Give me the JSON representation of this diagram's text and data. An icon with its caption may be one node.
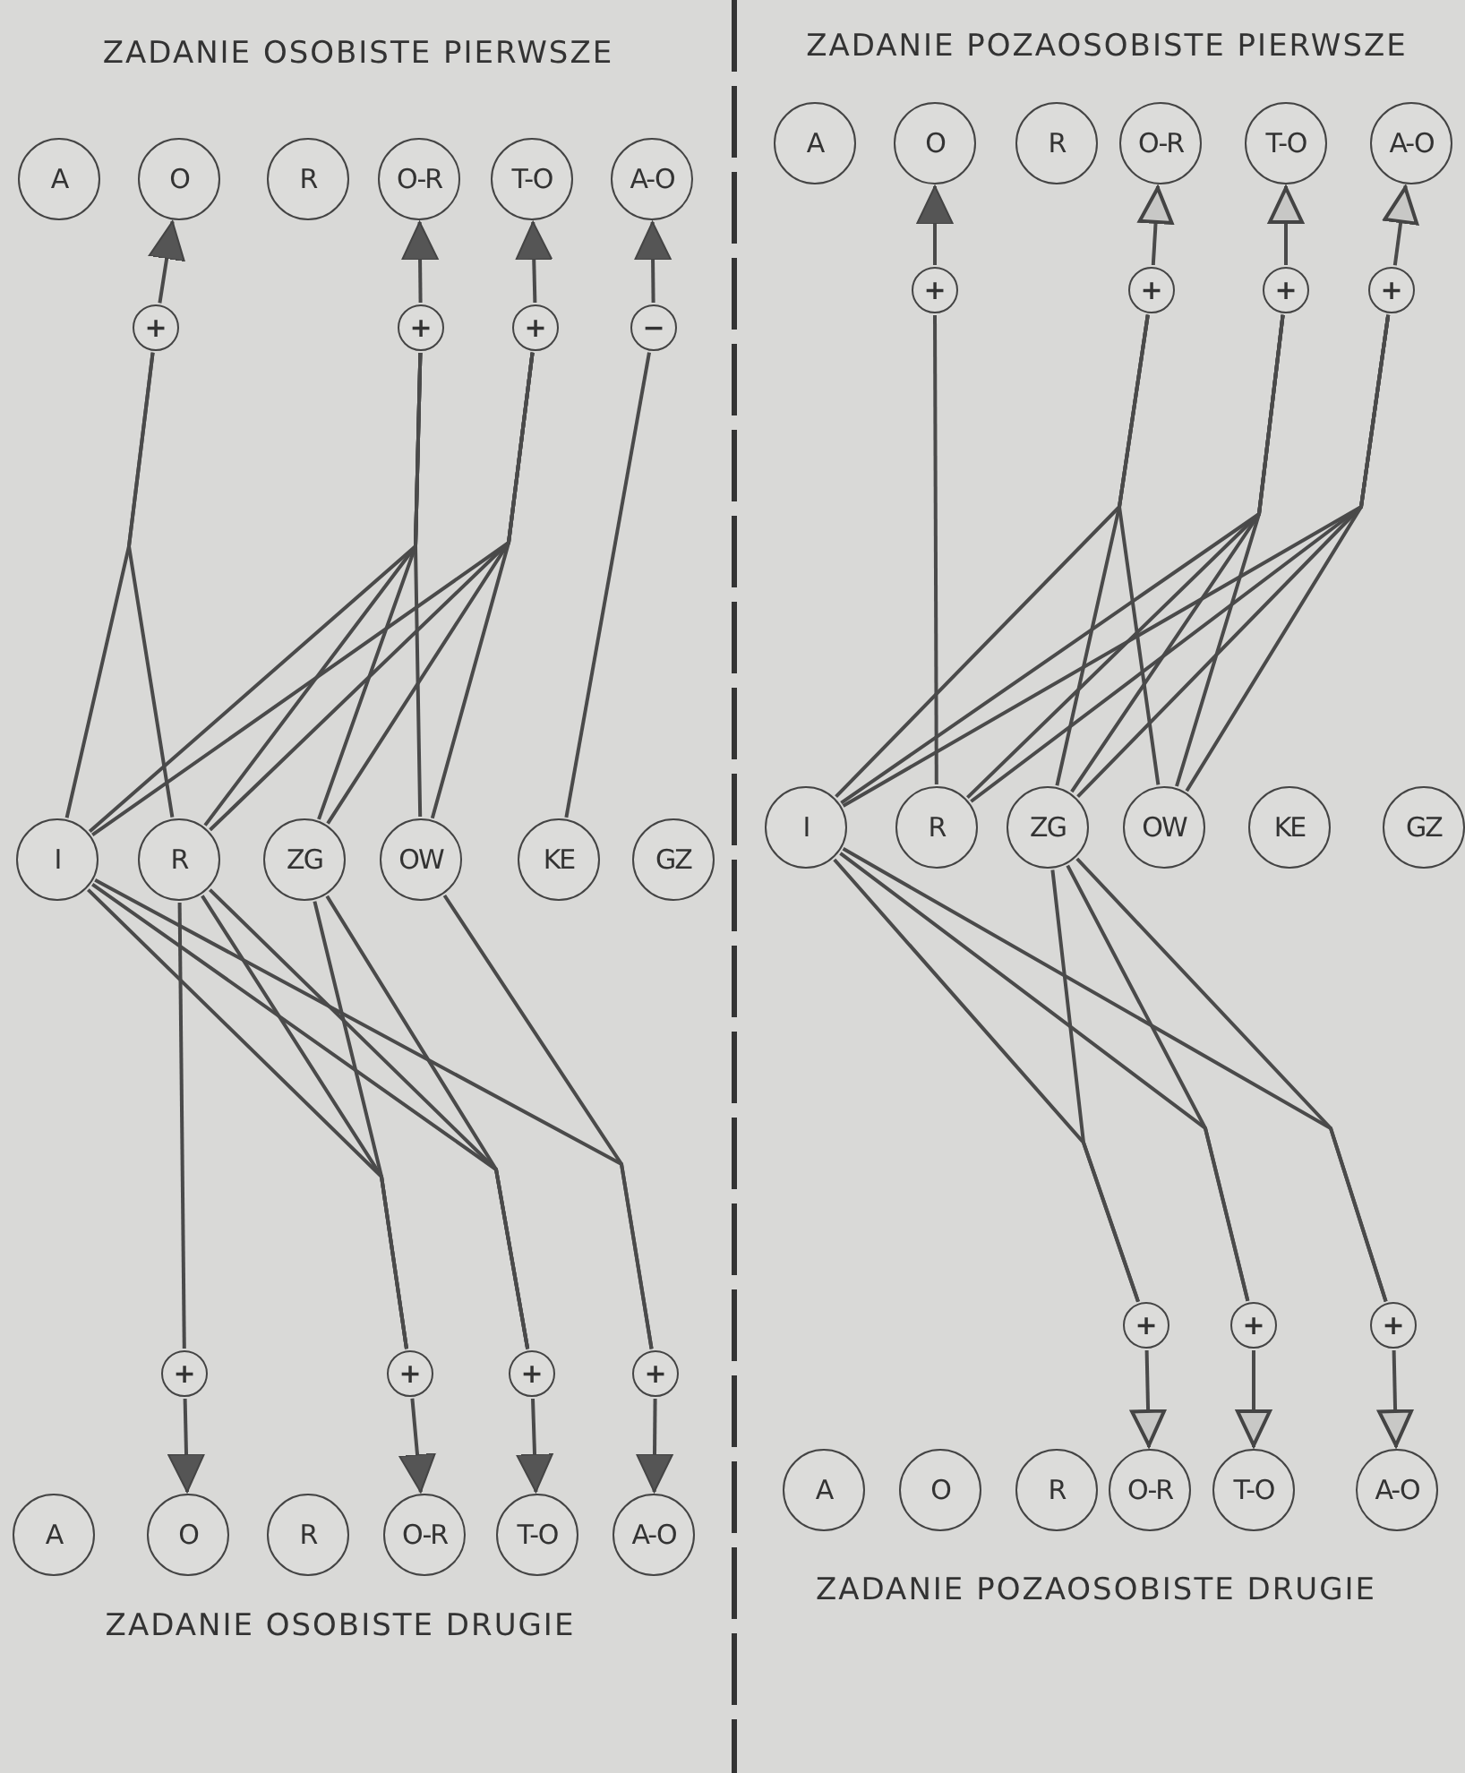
{
  "diagram": {
    "nodes": [
      {
        "text": [
          "A"
        ]
      },
      {
        "text": [
          "O"
        ]
      },
      {
        "text": [
          "R"
        ]
      },
      {
        "text": [
          "O-R"
        ]
      },
      {
        "text": [
          "T-O"
        ]
      },
      {
        "text": [
          "A-O"
        ]
      },
      {
        "text": [
          "A"
        ]
      },
      {
        "text": [
          "O"
        ]
      },
      {
        "text": [
          "R"
        ]
      },
      {
        "text": [
          "O-R"
        ]
      },
      {
        "text": [
          "T-O"
        ]
      },
      {
        "text": [
          "A-O"
        ]
      },
      {
        "text": [
          "+"
        ]
      },
      {
        "text": [
          "+"
        ]
      },
      {
        "text": [
          "+"
        ]
      },
      {
        "text": [
          "−"
        ]
      },
      {
        "text": [
          "+"
        ]
      },
      {
        "text": [
          "+"
        ]
      },
      {
        "text": [
          "+"
        ]
      },
      {
        "text": [
          "+"
        ]
      },
      {
        "text": [
          "I"
        ]
      },
      {
        "text": [
          "R"
        ]
      },
      {
        "text": [
          "ZG"
        ]
      },
      {
        "text": [
          "OW"
        ]
      },
      {
        "text": [
          "KE"
        ]
      },
      {
        "text": [
          "GZ"
        ]
      },
      {
        "text": [
          "I"
        ]
      },
      {
        "text": [
          "R"
        ]
      },
      {
        "text": [
          "ZG"
        ]
      },
      {
        "text": [
          "OW"
        ]
      },
      {
        "text": [
          "KE"
        ]
      },
      {
        "text": [
          "GZ"
        ]
      },
      {
        "text": [
          "+"
        ]
      },
      {
        "text": [
          "+"
        ]
      },
      {
        "text": [
          "+"
        ]
      },
      {
        "text": [
          "+"
        ]
      },
      {
        "text": [
          "+"
        ]
      },
      {
        "text": [
          "+"
        ]
      },
      {
        "text": [
          "+"
        ]
      },
      {
        "text": [
          "A"
        ]
      },
      {
        "text": [
          "O"
        ]
      },
      {
        "text": [
          "R"
        ]
      },
      {
        "text": [
          "O-R"
        ]
      },
      {
        "text": [
          "T-O"
        ]
      },
      {
        "text": [
          "A-O"
        ]
      },
      {
        "text": [
          "A"
        ]
      },
      {
        "text": [
          "O"
        ]
      },
      {
        "text": [
          "R"
        ]
      },
      {
        "text": [
          "O-R"
        ]
      },
      {
        "text": [
          "T-O"
        ]
      },
      {
        "text": [
          "A-O"
        ]
      }
    ],
    "edges": [
      {
        "from": 20,
        "to": 12,
        "arrow": "none"
      },
      {
        "from": 21,
        "to": 12,
        "arrow": "none"
      },
      {
        "from": 20,
        "to": 13,
        "arrow": "none"
      },
      {
        "from": 21,
        "to": 13,
        "arrow": "none"
      },
      {
        "from": 22,
        "to": 13,
        "arrow": "none"
      },
      {
        "from": 23,
        "to": 13,
        "arrow": "none"
      },
      {
        "from": 20,
        "to": 14,
        "arrow": "none"
      },
      {
        "from": 21,
        "to": 14,
        "arrow": "none"
      },
      {
        "from": 22,
        "to": 14,
        "arrow": "none"
      },
      {
        "from": 23,
        "to": 14,
        "arrow": "none"
      },
      {
        "from": 24,
        "to": 15,
        "arrow": "none"
      },
      {
        "from": 12,
        "to": 1,
        "arrow": "to"
      },
      {
        "from": 13,
        "to": 3,
        "arrow": "to"
      },
      {
        "from": 14,
        "to": 4,
        "arrow": "to"
      },
      {
        "from": 15,
        "to": 5,
        "arrow": "to"
      },
      {
        "from": 27,
        "to": 16,
        "arrow": "none"
      },
      {
        "from": 26,
        "to": 17,
        "arrow": "none"
      },
      {
        "from": 28,
        "to": 17,
        "arrow": "none"
      },
      {
        "from": 29,
        "to": 17,
        "arrow": "none"
      },
      {
        "from": 26,
        "to": 18,
        "arrow": "none"
      },
      {
        "from": 27,
        "to": 18,
        "arrow": "none"
      },
      {
        "from": 28,
        "to": 18,
        "arrow": "none"
      },
      {
        "from": 29,
        "to": 18,
        "arrow": "none"
      },
      {
        "from": 26,
        "to": 19,
        "arrow": "none"
      },
      {
        "from": 27,
        "to": 19,
        "arrow": "none"
      },
      {
        "from": 28,
        "to": 19,
        "arrow": "none"
      },
      {
        "from": 29,
        "to": 19,
        "arrow": "none"
      },
      {
        "from": 16,
        "to": 7,
        "arrow": "to"
      },
      {
        "from": 17,
        "to": 9,
        "arrow": "to"
      },
      {
        "from": 18,
        "to": 10,
        "arrow": "to"
      },
      {
        "from": 19,
        "to": 11,
        "arrow": "to"
      },
      {
        "from": 21,
        "to": 32,
        "arrow": "none"
      },
      {
        "from": 20,
        "to": 33,
        "arrow": "none"
      },
      {
        "from": 21,
        "to": 33,
        "arrow": "none"
      },
      {
        "from": 22,
        "to": 33,
        "arrow": "none"
      },
      {
        "from": 20,
        "to": 34,
        "arrow": "none"
      },
      {
        "from": 21,
        "to": 34,
        "arrow": "none"
      },
      {
        "from": 22,
        "to": 34,
        "arrow": "none"
      },
      {
        "from": 20,
        "to": 35,
        "arrow": "none"
      },
      {
        "from": 23,
        "to": 35,
        "arrow": "none"
      },
      {
        "from": 32,
        "to": 40,
        "arrow": "to"
      },
      {
        "from": 33,
        "to": 42,
        "arrow": "to"
      },
      {
        "from": 34,
        "to": 43,
        "arrow": "to"
      },
      {
        "from": 35,
        "to": 44,
        "arrow": "to"
      },
      {
        "from": 26,
        "to": 36,
        "arrow": "none"
      },
      {
        "from": 28,
        "to": 36,
        "arrow": "none"
      },
      {
        "from": 26,
        "to": 37,
        "arrow": "none"
      },
      {
        "from": 28,
        "to": 37,
        "arrow": "none"
      },
      {
        "from": 26,
        "to": 38,
        "arrow": "none"
      },
      {
        "from": 28,
        "to": 38,
        "arrow": "none"
      },
      {
        "from": 36,
        "to": 48,
        "arrow": "to"
      },
      {
        "from": 37,
        "to": 49,
        "arrow": "to"
      },
      {
        "from": 38,
        "to": 50,
        "arrow": "to"
      }
    ],
    "labels": [
      "ZADANIE OSOBISTE PIERWSZE",
      "ZADANIE POZAOSOBISTE PIERWSZE",
      "ZADANIE OSOBISTE DRUGIE",
      "ZADANIE POZAOSOBISTE DRUGIE"
    ]
  }
}
